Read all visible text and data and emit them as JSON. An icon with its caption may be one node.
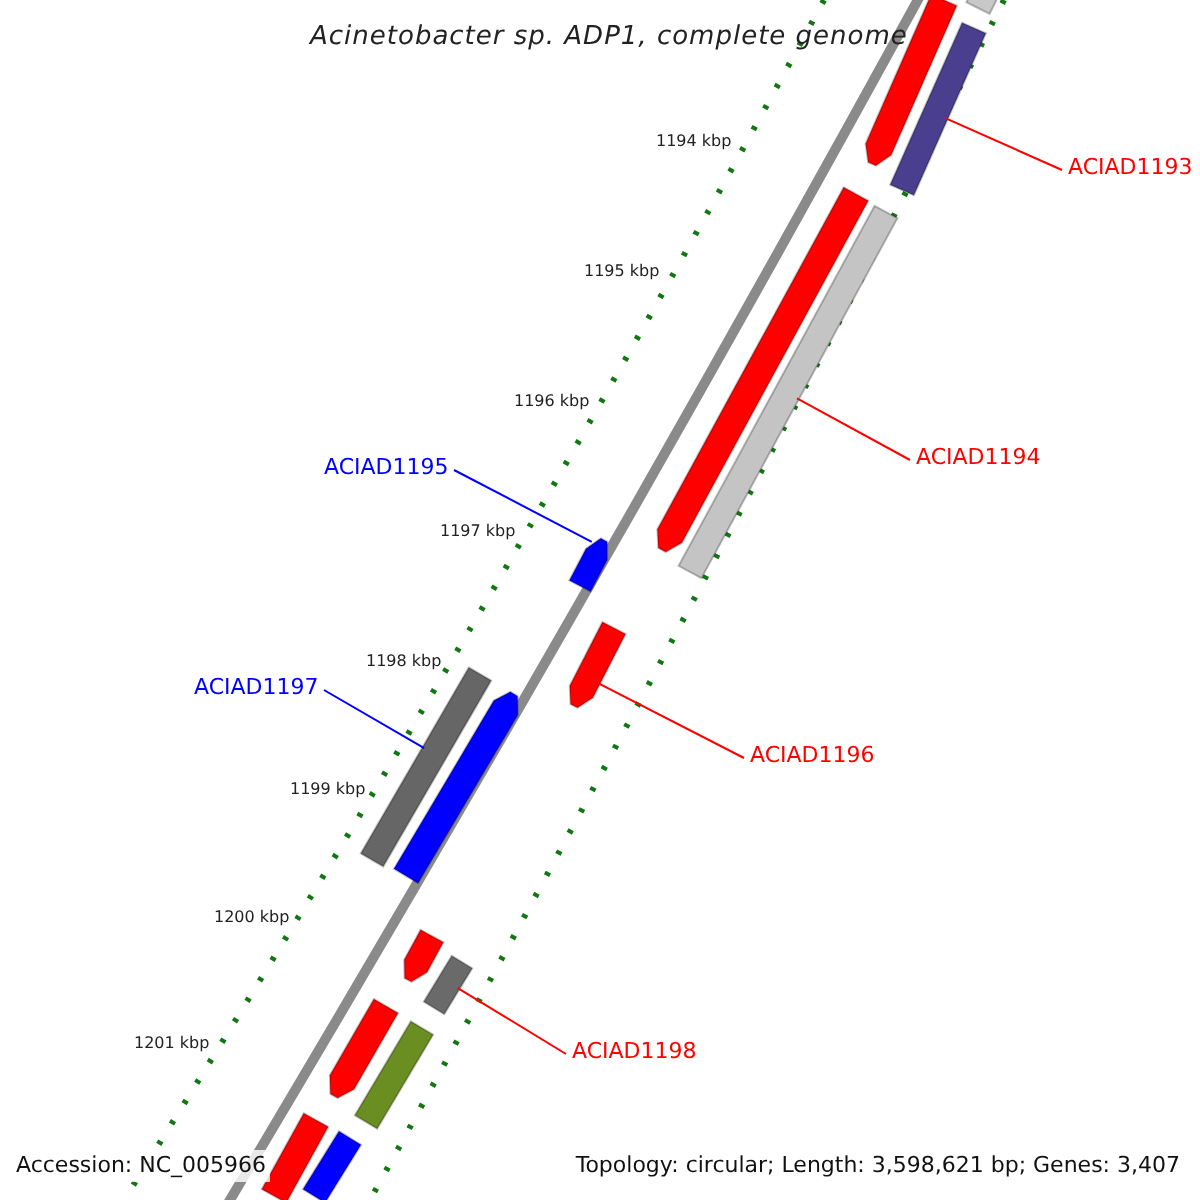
{
  "diagram": {
    "title": "Acinetobacter sp. ADP1, complete genome",
    "nodes": [
      {
        "text": [],
        "shape": "bar"
      },
      {
        "text": [],
        "shape": "bar"
      },
      {
        "text": [],
        "shape": "bar"
      },
      {
        "text": [
          "ACIAD1193"
        ]
      },
      {
        "text": [],
        "shape": "bar"
      },
      {
        "text": [],
        "shape": "bar"
      },
      {
        "text": [
          "ACIAD1194"
        ]
      },
      {
        "text": [
          "ACIAD1195"
        ]
      },
      {
        "text": [],
        "shape": "bar"
      },
      {
        "text": [],
        "shape": "bar"
      },
      {
        "text": [],
        "shape": "bar"
      },
      {
        "text": [
          "ACIAD1197"
        ]
      },
      {
        "text": [],
        "shape": "bar"
      },
      {
        "text": [
          "ACIAD1196"
        ]
      },
      {
        "text": [],
        "shape": "bar"
      },
      {
        "text": [],
        "shape": "bar"
      },
      {
        "text": [
          "ACIAD1198"
        ]
      },
      {
        "text": [],
        "shape": "bar"
      },
      {
        "text": [],
        "shape": "bar"
      },
      {
        "text": [],
        "shape": "bar"
      },
      {
        "text": [],
        "shape": "bar"
      }
    ],
    "edges": [
      {
        "from": 3,
        "to": 2,
        "arrow": "none"
      },
      {
        "from": 6,
        "to": 5,
        "arrow": "none"
      },
      {
        "from": 7,
        "to": 8,
        "arrow": "none",
        "color": "#0000ff"
      },
      {
        "from": 11,
        "to": 10,
        "arrow": "none",
        "color": "#0000ff"
      },
      {
        "from": 13,
        "to": 9,
        "arrow": "none"
      },
      {
        "from": 16,
        "to": 15,
        "arrow": "none"
      }
    ],
    "labels": [
      "1194 kbp",
      "1195 kbp",
      "1196 kbp",
      "1197 kbp",
      "1198 kbp",
      "1199 kbp",
      "1200 kbp",
      "1201 kbp",
      "Accession: NC_005966",
      "Topology: circular; Length: 3,598,621 bp; Genes: 3,407"
    ]
  }
}
